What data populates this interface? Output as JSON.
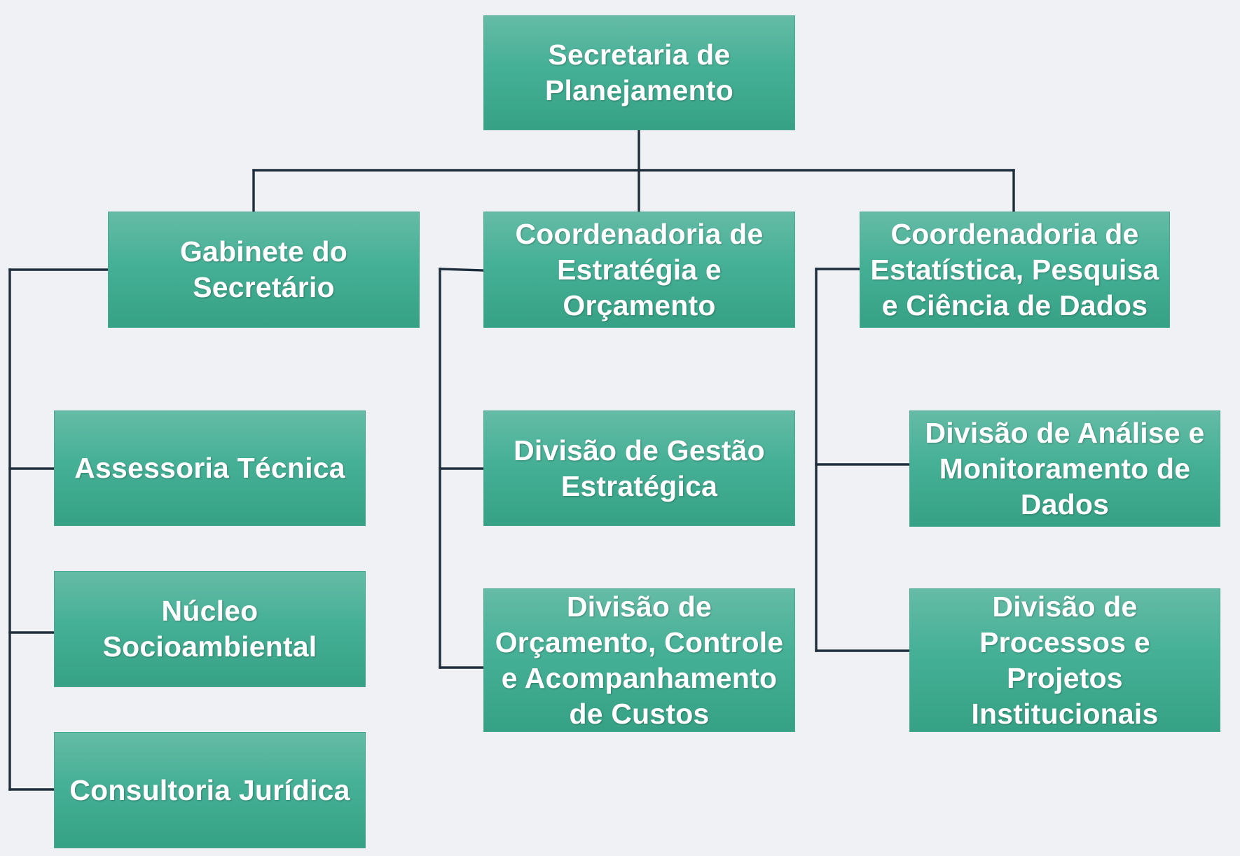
{
  "org_chart": {
    "root": {
      "label": "Secretaria de\nPlanejamento"
    },
    "level1": [
      {
        "label": "Gabinete do\nSecretário"
      },
      {
        "label": "Coordenadoria de\nEstratégia e\nOrçamento"
      },
      {
        "label": "Coordenadoria de\nEstatística, Pesquisa\ne Ciência de Dados"
      }
    ],
    "gabinete_units": [
      {
        "label": "Assessoria Técnica"
      },
      {
        "label": "Núcleo\nSocioambiental"
      },
      {
        "label": "Consultoria Jurídica"
      }
    ],
    "estrategia_units": [
      {
        "label": "Divisão de Gestão\nEstratégica"
      },
      {
        "label": "Divisão de\nOrçamento, Controle\ne Acompanhamento\nde Custos"
      }
    ],
    "estatistica_units": [
      {
        "label": "Divisão de Análise e\nMonitoramento de\nDados"
      },
      {
        "label": "Divisão de\nProcessos e\nProjetos\nInstitucionais"
      }
    ]
  },
  "colors": {
    "box_fill_top": "#65bba6",
    "box_fill_bottom": "#36a184",
    "box_text": "#ffffff",
    "connector": "#1e2d3b",
    "background": "#f0f1f5"
  }
}
